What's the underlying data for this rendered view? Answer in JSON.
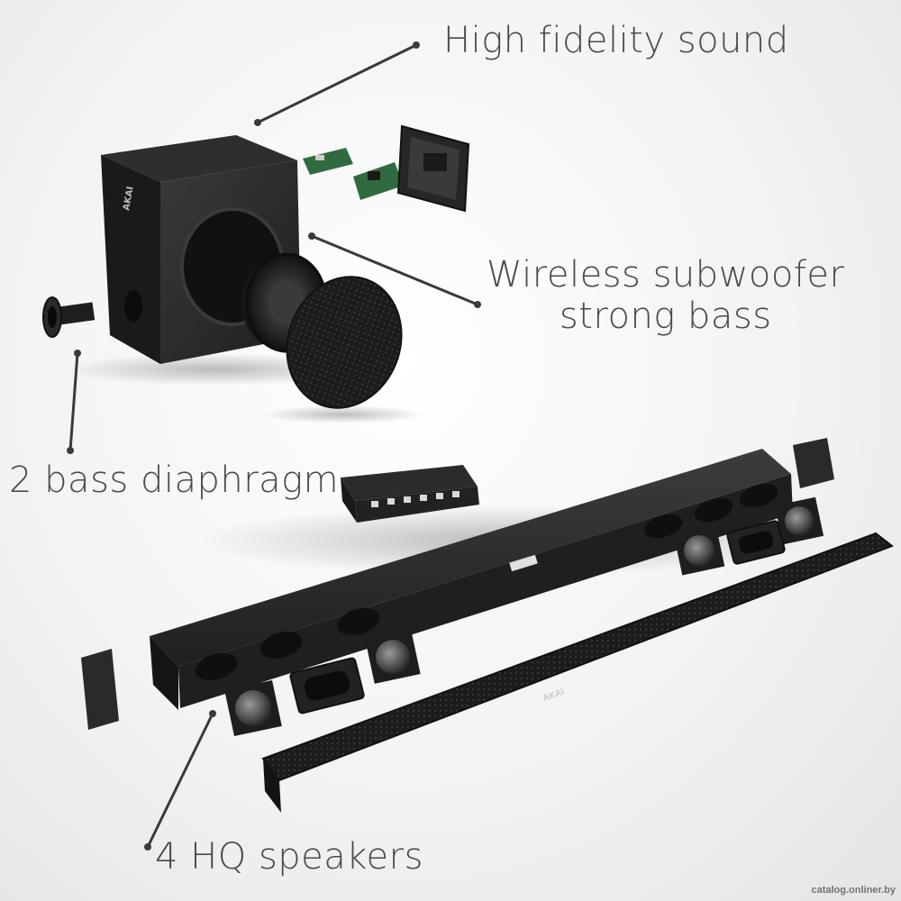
{
  "labels": {
    "high_fidelity": "High fidelity sound",
    "wireless_line1": "Wireless subwoofer",
    "wireless_line2": "strong bass",
    "bass_diaphragm": "2 bass diaphragm",
    "hq_speakers": "4 HQ speakers"
  },
  "brand": "AKAI",
  "watermark": "catalog.onliner.by",
  "colors": {
    "text": "#4a4a4a",
    "product": "#2a2a2a",
    "pcb": "#2f6b3e"
  }
}
